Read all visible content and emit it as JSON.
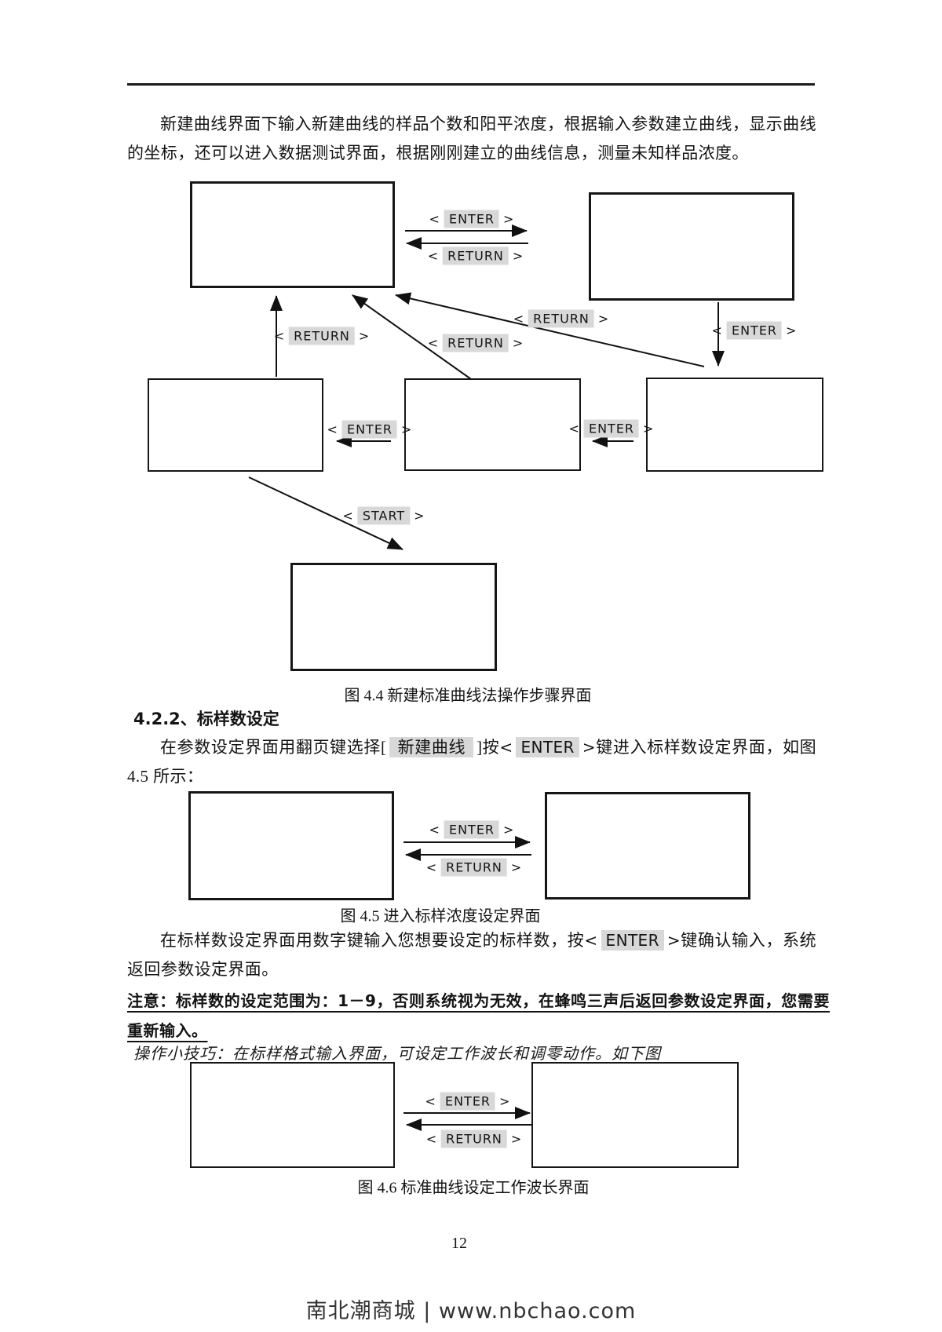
{
  "keys": {
    "lt": "<",
    "gt": ">",
    "enter": "ENTER",
    "return": "RETURN",
    "start": "START"
  },
  "intro": "新建曲线界面下输入新建曲线的样品个数和阳平浓度，根据输入参数建立曲线，显示曲线的坐标，还可以进入数据测试界面，根据刚刚建立的曲线信息，测量未知样品浓度。",
  "section": {
    "heading": "4.2.2、标样数设定"
  },
  "figures": {
    "fig44_caption": "图 4.4 新建标准曲线法操作步骤界面",
    "fig45_caption": "图 4.5 进入标样浓度设定界面",
    "fig46_caption": "图 4.6 标准曲线设定工作波长界面"
  },
  "para_setup": {
    "a": "在参数设定界面用翻页键选择[",
    "menu": "新建曲线",
    "b": "]按",
    "c": "键进入标样数设定界面，如图 4.5 所示："
  },
  "para_input": {
    "a": "在标样数设定界面用数字键输入您想要设定的标样数，按",
    "b": "键确认输入，系统返回参数设定界面。"
  },
  "note": "注意：标样数的设定范围为：1－9，否则系统视为无效，在蜂鸣三声后返回参数设定界面，您需要重新输入。",
  "tip": "操作小技巧：在标样格式输入界面，可设定工作波长和调零动作。如下图",
  "page_number": "12",
  "footer": "南北潮商城 | www.nbchao.com",
  "colors": {
    "highlight": "#d8d8d8",
    "ink": "#141414"
  }
}
